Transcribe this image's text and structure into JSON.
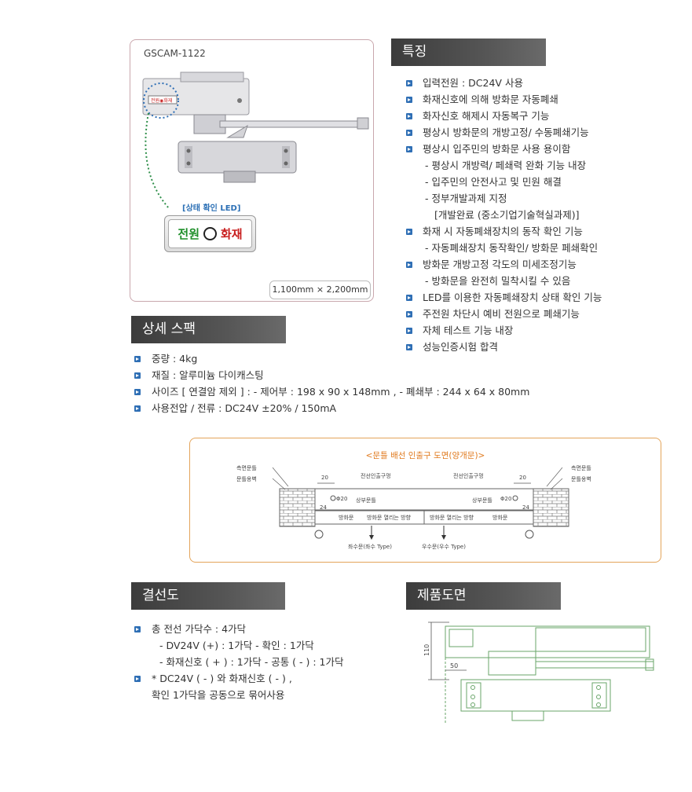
{
  "product": {
    "model": "GSCAM-1122",
    "led_label": "[상태 확인 LED]",
    "led_power": "전원",
    "led_fire": "화재",
    "size": "1,100mm × 2,200mm",
    "nameplate": "전원◉화재"
  },
  "features": {
    "title": "특징",
    "items": [
      {
        "text": "입력전원 : DC24V 사용",
        "bullet": true
      },
      {
        "text": "화재신호에 의해 방화문 자동폐쇄",
        "bullet": true
      },
      {
        "text": "화자신호 해제시 자동복구 기능",
        "bullet": true
      },
      {
        "text": "평상시 방화문의 개방고정/ 수동폐쇄기능",
        "bullet": true
      },
      {
        "text": "평상시 입주민의 방화문 사용 용이함",
        "bullet": true
      },
      {
        "text": "- 평상시 개방력/ 페쇄력 완화 기능 내장",
        "bullet": false
      },
      {
        "text": "- 입주민의 안전사고 및 민원 해결",
        "bullet": false
      },
      {
        "text": "- 정부개발과제 지정",
        "bullet": false
      },
      {
        "text": "[개발완료 (중소기업기술혁실과제)]",
        "bullet": false
      },
      {
        "text": "화재 시 자동폐쇄장치의 동작 확인 기능",
        "bullet": true
      },
      {
        "text": "- 자동폐쇄장치 동작확인/ 방화문 페쇄확인",
        "bullet": false
      },
      {
        "text": "방화문 개방고정 각도의 미세조정기능",
        "bullet": true
      },
      {
        "text": "- 방화문을 완전히 밀착시킬 수 있음",
        "bullet": false
      },
      {
        "text": "LED를 이용한 자동폐쇄장치 상태 확인 기능",
        "bullet": true
      },
      {
        "text": "주전원 차단시 예비 전원으로 폐쇄기능",
        "bullet": true
      },
      {
        "text": "자체 테스트 기능 내장",
        "bullet": true
      },
      {
        "text": "성능인증시험 합격",
        "bullet": true
      }
    ]
  },
  "specs": {
    "title": "상세 스팩",
    "items": [
      "중량 : 4kg",
      "재질 : 알루미늄 다이캐스팅",
      "사이즈 [ 연결암 제외 ] : - 제어부 : 198 x 90 x 148mm    ,    - 폐쇄부 : 244 x 64 x 80mm",
      "사용전압 / 전류 : DC24V ±20% / 150mA"
    ]
  },
  "door_diagram": {
    "title": "<문틀 배선 인출구 도면(양개문)>",
    "labels": {
      "side_frame_l": "측면문틀",
      "frame_wall_l": "문틀옹벽",
      "side_frame_r": "측면문틀",
      "frame_wall_r": "문틀옹벽",
      "wire_hole_l": "전선인출구멍",
      "wire_hole_r": "전선인출구멍",
      "upper_frame_l": "상부문틀",
      "upper_frame_r": "상부문틀",
      "dim_20_l": "20",
      "dim_20_r": "20",
      "dim_24_l": "24",
      "dim_24_r": "24",
      "phi_l": "Φ20",
      "phi_r": "Φ20",
      "door_l": "방화문",
      "open_dir_l": "방화문 열리는 방향",
      "open_dir_r": "방화문 열리는 방향",
      "door_r": "방화문",
      "left_type": "좌수문(좌수 Type)",
      "right_type": "우수문(우수 Type)"
    }
  },
  "wiring": {
    "title": "결선도",
    "lines": [
      {
        "text": "총 전선 가닥수 : 4가닥",
        "bullet": true
      },
      {
        "text": "- DV24V (+) : 1가닥    - 확인 : 1가닥",
        "bullet": false
      },
      {
        "text": "- 화재신호 ( + ) : 1가닥     -  공통 ( - ) : 1가닥",
        "bullet": false
      },
      {
        "text": "* DC24V ( - ) 와 화재신호 ( - ) ,",
        "bullet": true
      },
      {
        "text": "확인 1가닥을 공동으로 묶어사용",
        "bullet": false
      }
    ]
  },
  "product_drawing": {
    "title": "제품도면",
    "dim_110": "110",
    "dim_50": "50"
  },
  "colors": {
    "header_bg": "#444444",
    "bullet": "#2f6fb5",
    "led_power": "#1f8f2a",
    "led_fire": "#c81d1d",
    "diagram_border": "#e4a45a",
    "drawing_line": "#6aa56a"
  }
}
